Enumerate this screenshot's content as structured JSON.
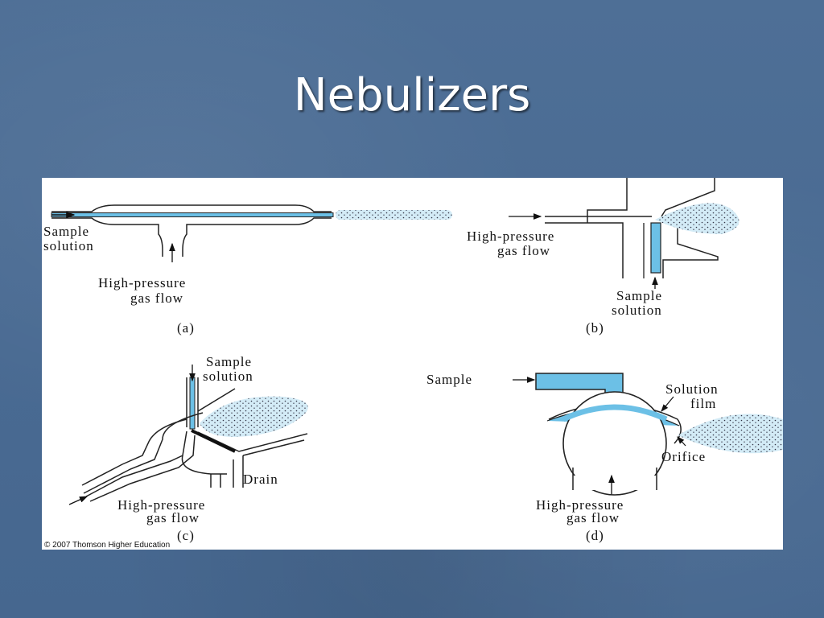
{
  "slide": {
    "title": "Nebulizers"
  },
  "colors": {
    "background": "#4a6b93",
    "solution": "#7ec8e8",
    "spray": "#cfe9f5"
  },
  "figure": {
    "a": {
      "caption": "(a)",
      "sample_label_1": "Sample",
      "sample_label_2": "solution",
      "gas_label_1": "High-pressure",
      "gas_label_2": "gas flow"
    },
    "b": {
      "caption": "(b)",
      "gas_label_1": "High-pressure",
      "gas_label_2": "gas flow",
      "sample_label_1": "Sample",
      "sample_label_2": "solution"
    },
    "c": {
      "caption": "(c)",
      "sample_label_1": "Sample",
      "sample_label_2": "solution",
      "drain_label": "Drain",
      "gas_label_1": "High-pressure",
      "gas_label_2": "gas flow"
    },
    "d": {
      "caption": "(d)",
      "sample_label": "Sample",
      "film_label_1": "Solution",
      "film_label_2": "film",
      "orifice_label": "Orifice",
      "gas_label_1": "High-pressure",
      "gas_label_2": "gas flow"
    },
    "copyright": "© 2007 Thomson Higher Education"
  }
}
